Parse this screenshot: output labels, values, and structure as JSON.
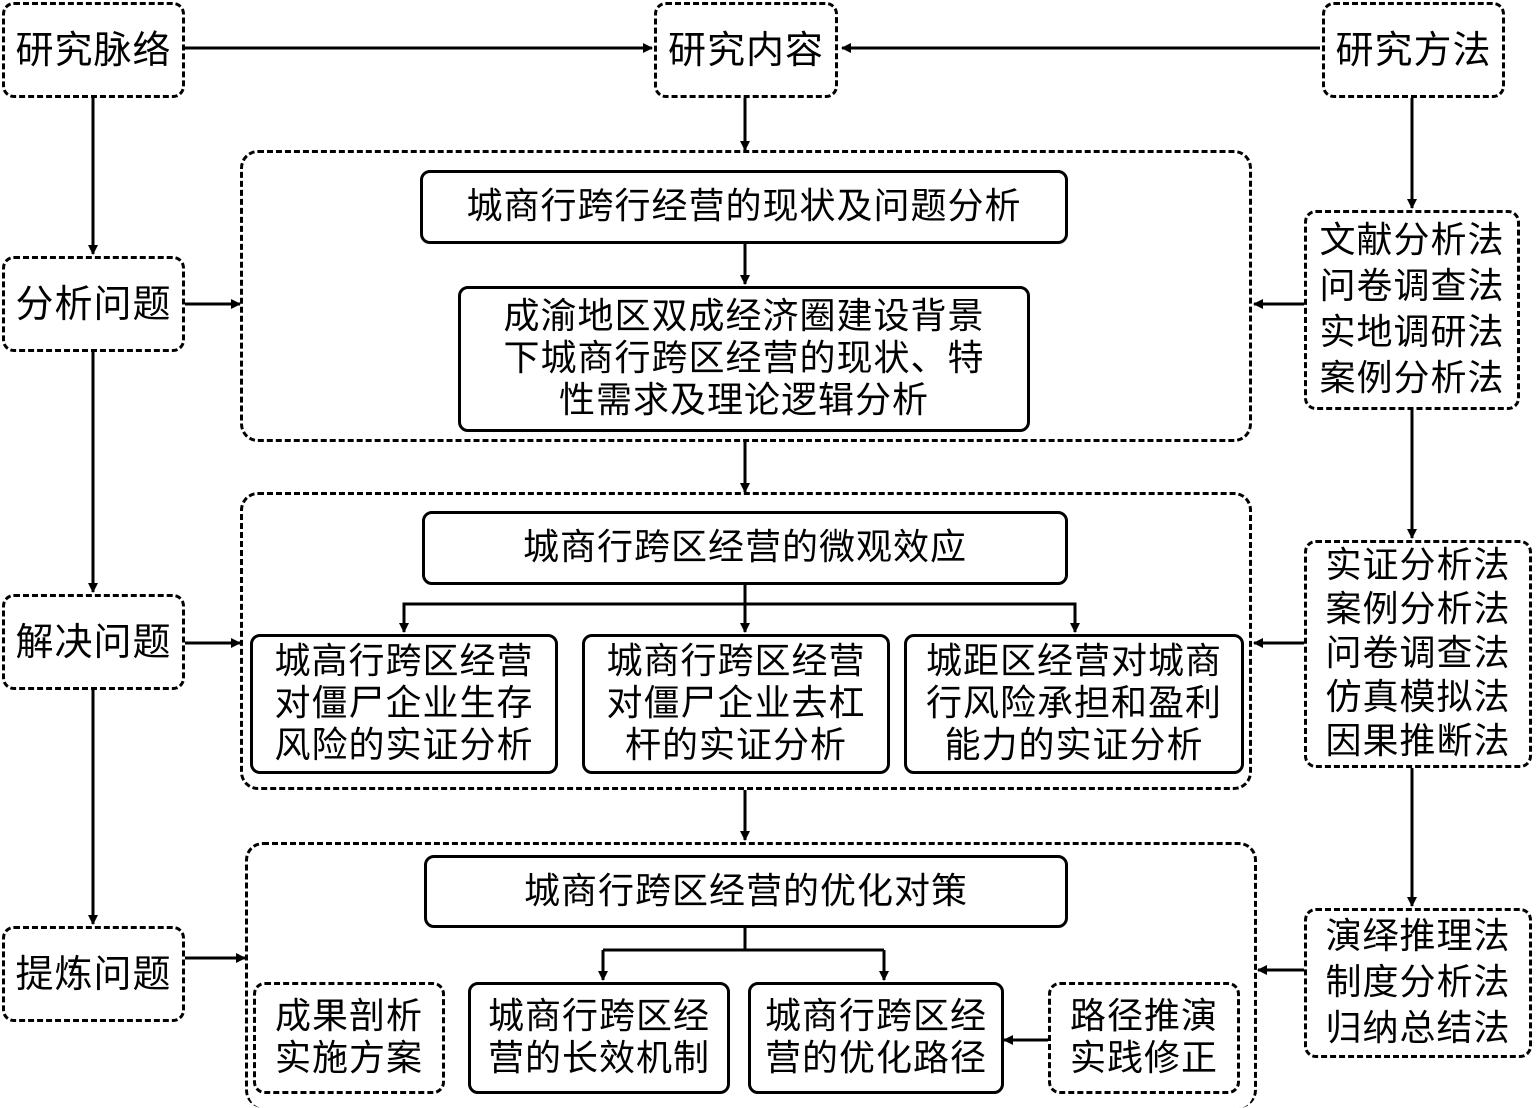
{
  "left_column": {
    "top": "研究脉络",
    "analyze": "分析问题",
    "solve": "解决问题",
    "refine": "提炼问题"
  },
  "center_top": "研究内容",
  "right_column": {
    "top": "研究方法",
    "methods_1": "文献分析法\n问卷调查法\n实地调研法\n案例分析法",
    "methods_2": "实证分析法\n案例分析法\n问卷调查法\n仿真模拟法\n因果推断法",
    "methods_3": "演绎推理法\n制度分析法\n归纳总结法"
  },
  "section_1": {
    "title": "城商行跨行经营的现状及问题分析",
    "detail": "成渝地区双成经济圈建设背景\n下城商行跨区经营的现状、特\n性需求及理论逻辑分析"
  },
  "section_2": {
    "title": "城商行跨区经营的微观效应",
    "items": [
      "城高行跨区经营\n对僵尸企业生存\n风险的实证分析",
      "城商行跨区经营\n对僵尸企业去杠\n杆的实证分析",
      "城距区经营对城商\n行风险承担和盈利\n能力的实证分析"
    ]
  },
  "section_3": {
    "title": "城商行跨区经营的优化对策",
    "outcome": "成果剖析\n实施方案",
    "mechanism": "城商行跨区经\n营的长效机制",
    "path": "城商行跨区经\n营的优化路径",
    "practice": "路径推演\n实践修正"
  }
}
